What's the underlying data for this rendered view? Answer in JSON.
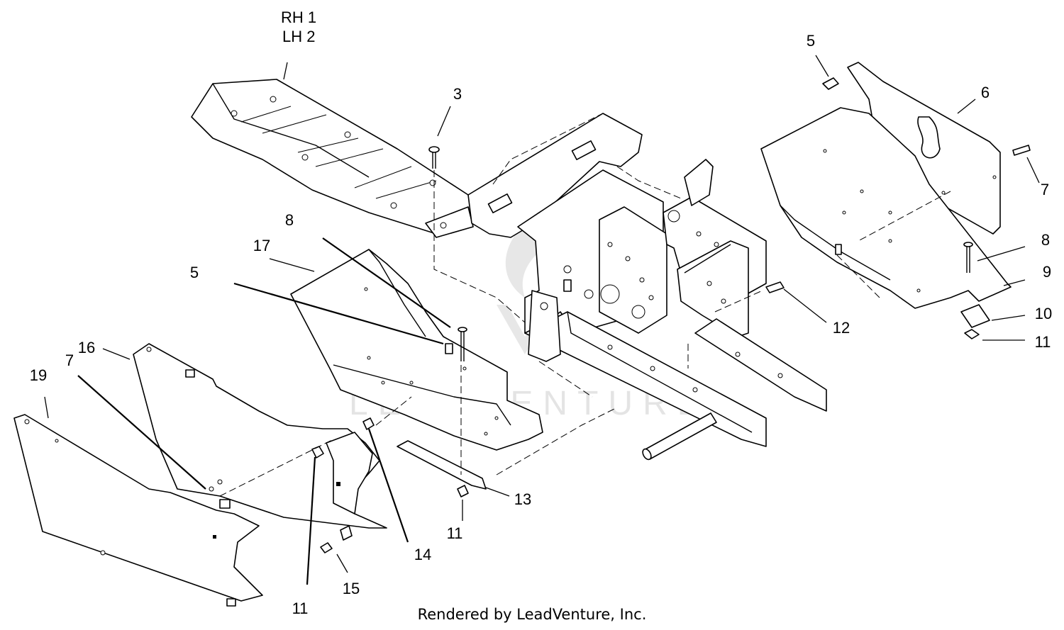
{
  "diagram": {
    "callouts": [
      {
        "id": "c-rh1",
        "text": "RH 1"
      },
      {
        "id": "c-lh2",
        "text": "LH 2"
      },
      {
        "id": "c-3",
        "text": "3"
      },
      {
        "id": "c-5a",
        "text": "5"
      },
      {
        "id": "c-6",
        "text": "6"
      },
      {
        "id": "c-7a",
        "text": "7"
      },
      {
        "id": "c-8a",
        "text": "8"
      },
      {
        "id": "c-9",
        "text": "9"
      },
      {
        "id": "c-10",
        "text": "10"
      },
      {
        "id": "c-11a",
        "text": "11"
      },
      {
        "id": "c-12",
        "text": "12"
      },
      {
        "id": "c-8b",
        "text": "8"
      },
      {
        "id": "c-17",
        "text": "17"
      },
      {
        "id": "c-5b",
        "text": "5"
      },
      {
        "id": "c-16",
        "text": "16"
      },
      {
        "id": "c-19",
        "text": "19"
      },
      {
        "id": "c-7b",
        "text": "7"
      },
      {
        "id": "c-13",
        "text": "13"
      },
      {
        "id": "c-11b",
        "text": "11"
      },
      {
        "id": "c-14",
        "text": "14"
      },
      {
        "id": "c-15",
        "text": "15"
      },
      {
        "id": "c-11c",
        "text": "11"
      }
    ],
    "credit": "Rendered by LeadVenture, Inc.",
    "watermark": "LEADVENTURE"
  }
}
